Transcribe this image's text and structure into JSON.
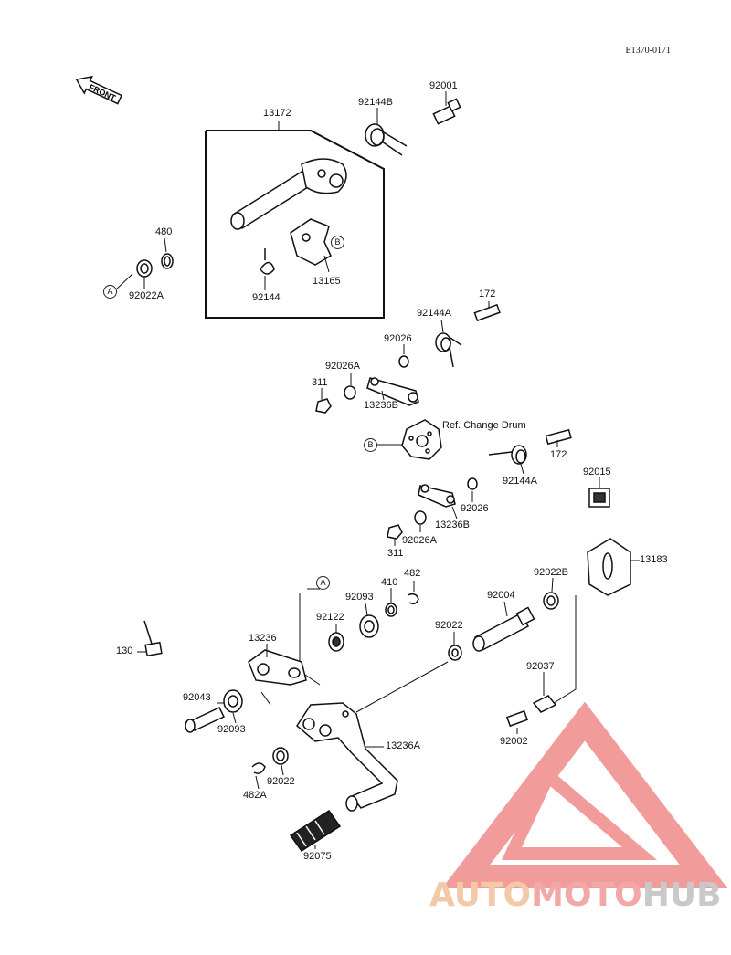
{
  "diagram_code": "E1370-0171",
  "front_label": "FRONT",
  "ref_markers": [
    "A",
    "B"
  ],
  "parts": {
    "p13172": "13172",
    "p92144B": "92144B",
    "p92001": "92001",
    "p480": "480",
    "p92022A": "92022A",
    "p92144": "92144",
    "p13165": "13165",
    "p172_top": "172",
    "p92144A_top": "92144A",
    "p92026_top": "92026",
    "p92026A_top": "92026A",
    "p311_top": "311",
    "p13236B_top": "13236B",
    "p_ref_drum": "Ref. Change Drum",
    "p172_mid": "172",
    "p92144A_mid": "92144A",
    "p92015": "92015",
    "p92026_mid": "92026",
    "p13236B_mid": "13236B",
    "p92026A_mid": "92026A",
    "p311_mid": "311",
    "p13183": "13183",
    "p482": "482",
    "p410": "410",
    "p92093_top": "92093",
    "p92122": "92122",
    "p92004": "92004",
    "p92022B": "92022B",
    "p92022_mid": "92022",
    "p130": "130",
    "p13236": "13236",
    "p92037": "92037",
    "p92043": "92043",
    "p92093_bot": "92093",
    "p92002": "92002",
    "p13236A": "13236A",
    "p92022_bot": "92022",
    "p482A": "482A",
    "p92075": "92075"
  },
  "watermark": {
    "part1": "AUTO",
    "part2": "MOTO",
    "part3": "HUB",
    "color_auto": "#f4c9a8",
    "color_moto": "#f3a8a8",
    "color_hub": "#c9c9c9",
    "logo_color": "#f08a8a"
  }
}
